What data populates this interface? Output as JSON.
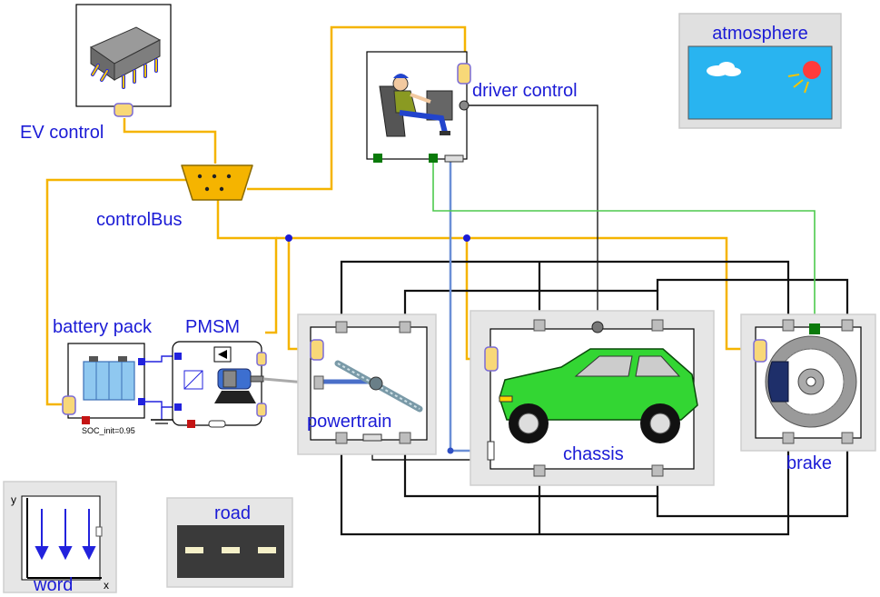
{
  "components": {
    "ev_control": {
      "label": "EV control"
    },
    "driver_control": {
      "label": "driver control"
    },
    "control_bus": {
      "label": "controlBus"
    },
    "atmosphere": {
      "label": "atmosphere"
    },
    "battery_pack": {
      "label": "battery pack",
      "param": "SOC_init=0.95"
    },
    "pmsm": {
      "label": "PMSM"
    },
    "powertrain": {
      "label": "powertrain"
    },
    "chassis": {
      "label": "chassis"
    },
    "brake": {
      "label": "brake"
    },
    "world": {
      "label": "word",
      "axis_x": "x",
      "axis_y": "y"
    },
    "road": {
      "label": "road"
    }
  },
  "colors": {
    "label": "#1b1bd6",
    "bus_wire": "#f5b400",
    "mechanical_wire": "#111111",
    "speed_signal_wire": "#6b8fd6",
    "brake_signal_wire": "#4dc94d",
    "car_body": "#33d633",
    "sky": "#29b4f0",
    "sun": "#ff3b3b"
  },
  "icons": [
    "chip-icon",
    "driver-seat-icon",
    "bus-connector-icon",
    "sky-sun-cloud-icon",
    "battery-icon",
    "motor-icon",
    "driveshaft-icon",
    "car-icon",
    "brake-disc-icon",
    "gravity-arrows-icon",
    "road-icon"
  ]
}
